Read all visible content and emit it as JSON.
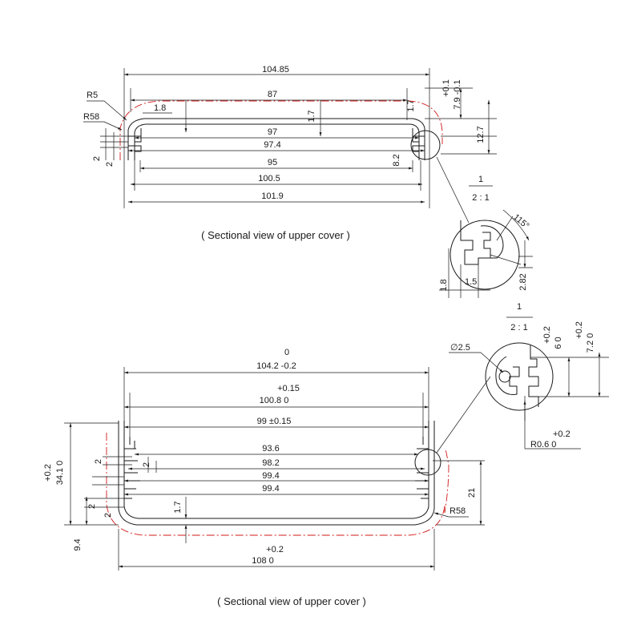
{
  "top_view": {
    "caption": "( Sectional view of upper cover )",
    "dims": {
      "w104_85": "104.85",
      "w87": "87",
      "d1_8": "1.8",
      "d1_7a": "1.7",
      "d1_7b": "1.7",
      "w97": "97",
      "w97_4": "97.4",
      "w95": "95",
      "d8_2": "8.2",
      "w100_5": "100.5",
      "w101_9": "101.9",
      "r5": "R5",
      "r58": "R58",
      "d2a": "2",
      "d2b": "2",
      "tol_plus": "+0.1",
      "tol_base": "7.9 -0.1",
      "h12_7": "12.7"
    },
    "detail": {
      "scale_num": "1",
      "scale_den": "2 : 1",
      "angle": "115°",
      "d1_8": "1.8",
      "d1_5": "1.5",
      "d2_82": "2.82"
    }
  },
  "bottom_view": {
    "caption": "( Sectional view of upper cover )",
    "dims": {
      "w104_2_tol": "0",
      "w104_2": "104.2 -0.2",
      "w100_8_tol": "+0.15",
      "w100_8": "100.8  0",
      "w99": "99 ±0.15",
      "w93_6": "93.6",
      "w98_2": "98.2",
      "w99_4a": "99.4",
      "w99_4b": "99.4",
      "h34_1_tol": "+0.2",
      "h34_1": "34.1  0",
      "d2a": "2",
      "d2b": "2",
      "d2c": "2",
      "d2d": "2",
      "d1_7": "1.7",
      "h9_4": "9.4",
      "h21": "21",
      "r58": "R58",
      "w108_tol": "+0.2",
      "w108": "108  0"
    },
    "detail": {
      "scale_num": "1",
      "scale_den": "2 : 1",
      "phi": "∅2.5",
      "h6_tol": "+0.2",
      "h6": "6   0",
      "h7_2_tol": "+0.2",
      "h7_2": "7.2  0",
      "r0_6_tol": "+0.2",
      "r0_6": "R0.6  0"
    }
  },
  "colors": {
    "line": "#1a1a1a",
    "center_line": "#d11a1a"
  }
}
